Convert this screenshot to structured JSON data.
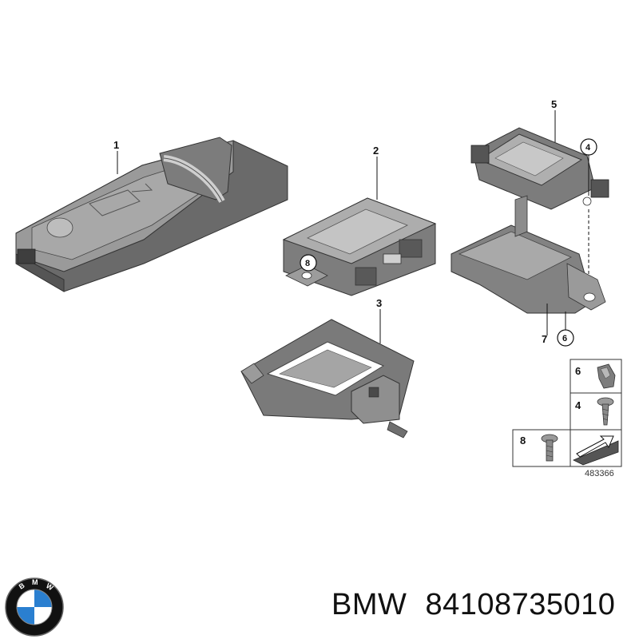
{
  "callouts": {
    "part1": "1",
    "part2": "2",
    "part3": "3",
    "part4": "4",
    "part5": "5",
    "part6": "6",
    "part7": "7",
    "part8": "8"
  },
  "fastener_table": {
    "rows": [
      {
        "number": "6",
        "icon": "clip-icon"
      },
      {
        "number": "4",
        "icon": "screw-icon"
      },
      {
        "number": "8",
        "icon": "bolt-icon"
      }
    ],
    "reference_number": "483366"
  },
  "caption": {
    "brand": "BMW",
    "part_number": "84108735010"
  },
  "logo": {
    "lettering": "BMW",
    "colors": {
      "blue": "#2a7fd0",
      "white": "#ffffff",
      "ring": "#111111"
    }
  },
  "colors": {
    "part_fill": "#8a8a8a",
    "part_light": "#b4b4b4",
    "part_dark": "#5e5e5e",
    "outline": "#333333"
  }
}
